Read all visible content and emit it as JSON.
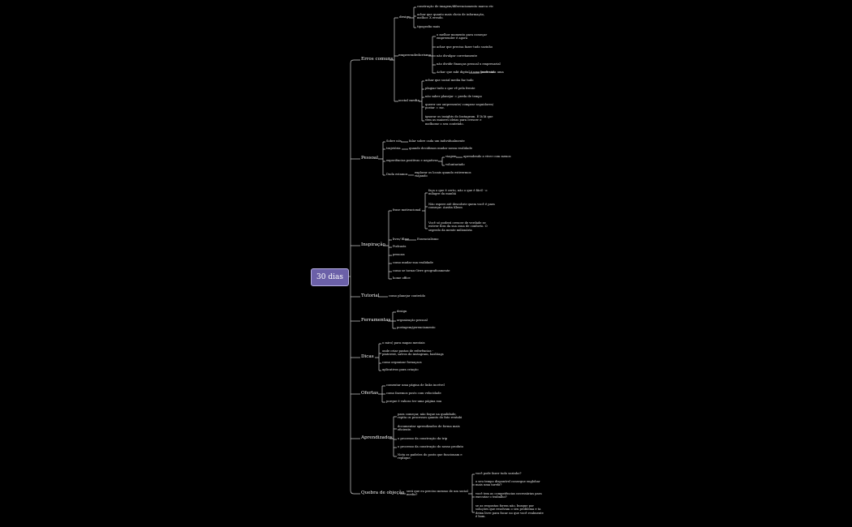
{
  "root": "30 dias",
  "erros": {
    "label": "Erros comuns",
    "design": {
      "label": "design",
      "items": [
        "construção de imagem/diferenciamento marca etc",
        "achar que quanto mais cheio de informação, melhor. X errado.",
        "tipografia mais"
      ]
    },
    "empreendedorismo": {
      "label": "empreendedorismo",
      "items": [
        "o melhor momento para começar empreender é agora",
        "achar que precisa fazer tudo sozinho",
        "não divulgar corretamente",
        "não dividir finanças pessoal x empresarial",
        "Achar que mkt digital é uma profissão"
      ],
      "sub": "fazer cada uma"
    },
    "social": {
      "label": "social media",
      "items": [
        "achar que social media faz tudo",
        "plagiar tudo o que vê pela frente",
        "não saber planejar = perda de tempo",
        "querer ser onipresente/ comprar seguidores/ postar = mc.",
        "ignorar os insights do Instagram. É lá lá que vem as maiores ideias para crescer e melhorar o seu conteúdo."
      ]
    }
  },
  "pessoal": {
    "label": "Pessoal",
    "sobre": "Sobre nós",
    "sobre_sub": "falar sobre cada um individualmente",
    "trajetoria": "trajetória",
    "trajetoria_sub": "quando decidimos mudar nossa realidade",
    "exp": "experiências positivas e negativas",
    "exp_subs": [
      "viagem",
      "voluntariado"
    ],
    "viagem_sub": "aprendendo a viver com menos",
    "duda": "Duda estamos",
    "duda_sub": "explorar os locais quando estivermos viajando"
  },
  "inspiracao": {
    "label": "Inspiração",
    "frase": "frase motivacional",
    "quotes": [
      "faça o que é certo, não o que é fácil - o milagre da manhã",
      "Não espere até descobrir quem você é para começar. Austin Kleon",
      "Você só poderá crescer de verdade se estiver fora da sua zona de conforto. O segredo da mente milionária"
    ],
    "livro": "livro/ filme",
    "livro_sub": "Essencialismo",
    "items": [
      "Podcasts",
      "pessoas",
      "como mudar sua realidade",
      "como se tornar livre geograficamente",
      "home office"
    ]
  },
  "tutorial": {
    "label": "Tutorial",
    "item": "como planejar conteúdo"
  },
  "ferramentas": {
    "label": "Ferramentas",
    "items": [
      "design",
      "organização pessoal",
      "postagem/gerenciamento"
    ]
  },
  "dicas": {
    "label": "Dicas",
    "items": [
      "o miro) para mapas mentais",
      "onde criar pastas de referências - pinterest, salvos do instagram, hashtags",
      "como organizar fornaçaos",
      "aplicativos para criação"
    ]
  },
  "ofertas": {
    "label": "Ofertas",
    "items": [
      "comentar uma página de links incrível",
      "como fazemos posts com velocidade",
      "porque é valioso ter uma página sua"
    ]
  },
  "aprendizados": {
    "label": "Aprendizados",
    "items": [
      "para começar, não foque na qualidade, repita os processos quanto do fato rentabi",
      "documentar aprendizados de forma mais eficiente.",
      "o processo da construção da trip",
      "o processo da construção do nosso produto",
      "Nota os padrões do posts que funcionam e replique."
    ]
  },
  "quebra": {
    "label": "Quebra de objeção",
    "q": "será que eu preciso mesmo de um social media?",
    "items": [
      "você pode fazer tudo sozinho?",
      "o seu tempo disponível consegue englobar mais uma tarefa?",
      "você tem as competências necessárias para executar o trabalho?",
      "se as respostas forem não, busque por soluções que resolvam o seu problema e ta deixa livre para focar no que você realmente é bom."
    ]
  }
}
